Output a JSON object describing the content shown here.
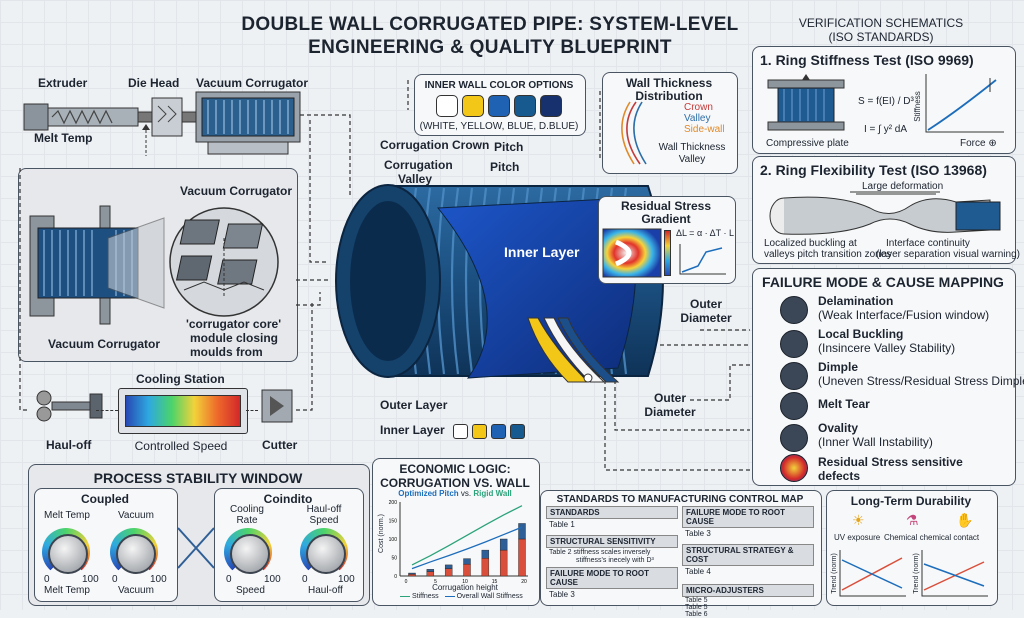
{
  "title": {
    "line1": "DOUBLE WALL CORRUGATED PIPE: SYSTEM-LEVEL",
    "line2": "ENGINEERING & QUALITY BLUEPRINT"
  },
  "verification": {
    "title1": "VERIFICATION SCHEMATICS",
    "title2": "(ISO STANDARDS)",
    "ring_stiffness": {
      "title": "1. Ring Stiffness Test (ISO 9969)",
      "plate": "Compressive plate",
      "formula1": "S = f(EI) / D³",
      "formula2": "I = ∫ y² dA",
      "ylabel": "Stiffness",
      "xlabel": "Force ⊕"
    },
    "ring_flexibility": {
      "title": "2. Ring Flexibility Test (ISO 13968)",
      "deformation": "Large deformation",
      "note1a": "Localized buckling at",
      "note1b": "valleys pitch transition zones",
      "note2a": "Interface continuity",
      "note2b": "(layer separation visual warning)"
    }
  },
  "line": {
    "extruder": "Extruder",
    "die_head": "Die Head",
    "vacuum_corrugator": "Vacuum Corrugator",
    "melt_temp": "Melt Temp"
  },
  "detail": {
    "title": "Vacuum Corrugator",
    "bottom": "Vacuum Corrugator",
    "note1": "'corrugator core'",
    "note2": "module closing",
    "note3": "moulds from"
  },
  "downstream": {
    "haul_off": "Haul-off",
    "cooling_station": "Cooling Station",
    "controlled_speed": "Controlled Speed",
    "cutter": "Cutter"
  },
  "color_options": {
    "title": "INNER WALL COLOR OPTIONS",
    "caption": "(WHITE, YELLOW, BLUE, D.BLUE)",
    "colors": [
      "#ffffff",
      "#f2c718",
      "#1f62b3",
      "#165a8f",
      "#16316e"
    ]
  },
  "wall_thickness": {
    "title1": "Wall Thickness",
    "title2": "Distribution",
    "legend": [
      "Crown",
      "Valley",
      "Side-wall"
    ],
    "legend_colors": [
      "#c33b3b",
      "#2e6ea8",
      "#e08a2a"
    ],
    "note1": "Wall Thickness",
    "note2": "Valley"
  },
  "pipe": {
    "crown": "Corrugation Crown",
    "valley1": "Corrugation",
    "valley2": "Valley",
    "pitch1": "Pitch",
    "pitch2": "Pitch",
    "inner_layer": "Inner Layer",
    "outer_d1": "Outer",
    "outer_d2": "Diameter",
    "outer_d3": "Outer",
    "outer_d4": "Diameter",
    "outer_layer": "Outer Layer",
    "inner_layer_label": "Inner Layer"
  },
  "residual": {
    "title1": "Residual Stress",
    "title2": "Gradient",
    "formula": "ΔL = α · ΔT · L"
  },
  "failure": {
    "title": "FAILURE MODE & CAUSE MAPPING",
    "items": [
      {
        "name": "Delamination",
        "cause": "(Weak Interface/Fusion window)"
      },
      {
        "name": "Local Buckling",
        "cause": "(Insincere Valley Stability)"
      },
      {
        "name": "Dimple",
        "cause": "(Uneven Stress/Residual Stress Dimple)"
      },
      {
        "name": "Melt Tear",
        "cause": ""
      },
      {
        "name": "Ovality",
        "cause": "(Inner Wall Instability)"
      },
      {
        "name": "Residual Stress sensitive",
        "cause": "defects"
      }
    ]
  },
  "stability": {
    "title": "PROCESS STABILITY WINDOW",
    "coupled": "Coupled",
    "coindito": "Coindito",
    "k1_top": "Melt Temp",
    "k1_bottom": "Melt Temp",
    "k2_top": "Vacuum",
    "k2_bottom": "Vacuum",
    "k3_top1": "Cooling",
    "k3_top2": "Rate",
    "k3_bottom": "Speed",
    "k4_top1": "Haul-off",
    "k4_top2": "Speed",
    "k4_bottom": "Haul-off",
    "min": "0",
    "max": "100"
  },
  "economic": {
    "title1": "ECONOMIC LOGIC:",
    "title2": "CORRUGATION VS. WALL",
    "subtitle_a": "Optimized Pitch",
    "subtitle_vs": "vs.",
    "subtitle_b": "Rigid Wall",
    "xlabel": "Corrugation height",
    "ylabel": "Cost (norm.)",
    "legend1": "Stiffness",
    "legend2": "Overall Wall Stiffness"
  },
  "chart_data": {
    "type": "bar",
    "title": "ECONOMIC LOGIC: CORRUGATION VS. WALL",
    "xlabel": "Corrugation height",
    "ylabel": "Cost (norm.)",
    "x_ticks": [
      "0",
      "5",
      "10",
      "15",
      "20"
    ],
    "y_ticks": [
      "0",
      "50",
      "100",
      "150",
      "200"
    ],
    "ylim": [
      0,
      200
    ],
    "categories": [
      "2",
      "5",
      "8",
      "11",
      "14",
      "17",
      "20"
    ],
    "series": [
      {
        "name": "Stiffness",
        "values": [
          5,
          12,
          20,
          32,
          48,
          70,
          100
        ],
        "color": "#d94f3b"
      },
      {
        "name": "Overall Wall Stiffness",
        "values": [
          3,
          6,
          10,
          15,
          22,
          30,
          42
        ],
        "color": "#2f5f97"
      }
    ],
    "lines": [
      {
        "color": "#2aa37a",
        "y": [
          30,
          55,
          82,
          110,
          138,
          165,
          190
        ]
      },
      {
        "color": "#1c6dbb",
        "y": [
          20,
          38,
          55,
          73,
          92,
          112,
          132
        ]
      }
    ],
    "legend": [
      "Stiffness",
      "Overall Wall Stiffness"
    ]
  },
  "standards": {
    "title": "STANDARDS TO MANUFACTURING CONTROL MAP",
    "left": [
      {
        "head": "STANDARDS",
        "rows": [
          "Table 1"
        ]
      },
      {
        "head": "STRUCTURAL SENSITIVITY",
        "rows": [
          "Table 2   stiffness scales inversely",
          "stiffness's inecely with D³"
        ]
      },
      {
        "head": "FAILURE MODE TO ROOT CAUSE",
        "rows": [
          "Table 3"
        ]
      }
    ],
    "right": [
      {
        "head": "FAILURE MODE TO ROOT CAUSE",
        "rows": [
          "Table 3"
        ]
      },
      {
        "head": "STRUCTURAL STRATEGY & COST",
        "rows": [
          "Table 4"
        ]
      },
      {
        "head": "MICRO-ADJUSTERS",
        "rows": [
          "Table 5",
          "Table 5",
          "Table 6"
        ]
      }
    ]
  },
  "durability": {
    "title": "Long-Term Durability",
    "uv": "UV exposure",
    "chem": "Chemical chemical contact",
    "ylabel": "Trend (norm)"
  }
}
